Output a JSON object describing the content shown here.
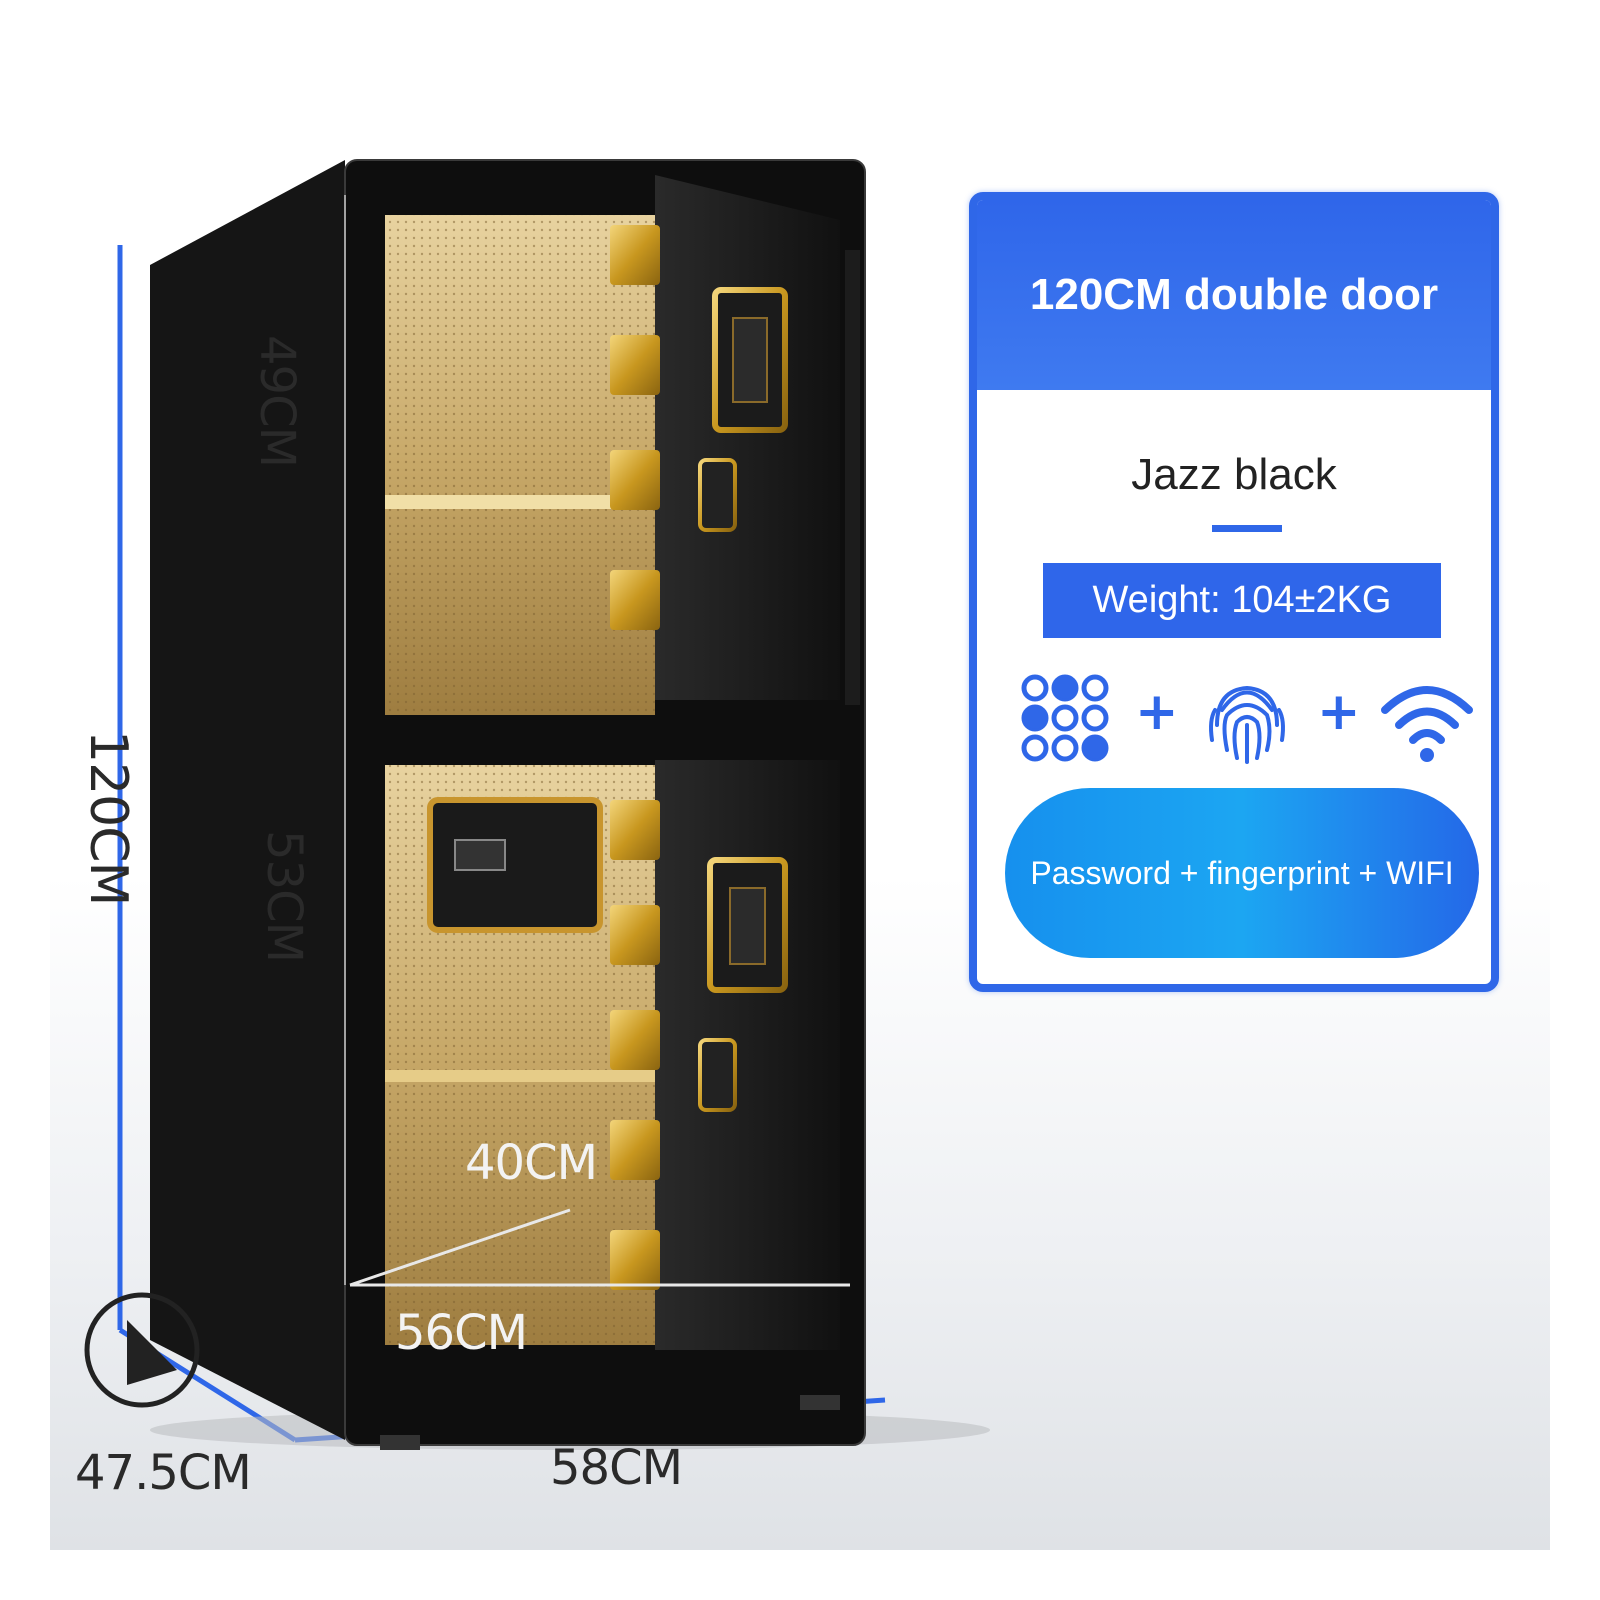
{
  "dimensions": {
    "top_compartment_height": "49CM",
    "total_height": "120CM",
    "bottom_compartment_height": "53CM",
    "inner_depth": "40CM",
    "inner_width": "56CM",
    "depth": "47.5CM",
    "width": "58CM"
  },
  "card": {
    "title": "120CM double door",
    "color_name": "Jazz black",
    "weight": "Weight: 104±2KG",
    "feature_icons": [
      "keypad-icon",
      "fingerprint-icon",
      "wifi-icon"
    ],
    "plus_symbol": "+",
    "unlock_methods": "Password + fingerprint + WIFI"
  },
  "colors": {
    "accent_blue": "#2f67e8",
    "gold": "#d4a92e",
    "safe_black": "#141414"
  }
}
